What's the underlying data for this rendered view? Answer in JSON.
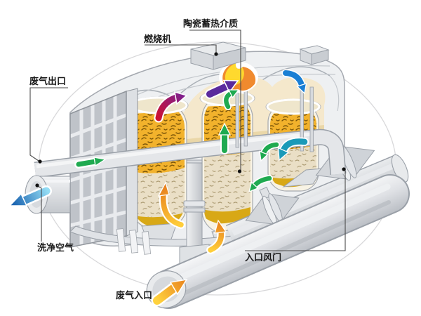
{
  "labels": {
    "ceramic_media": "陶瓷蓄热介质",
    "burner": "燃烧机",
    "exhaust_outlet": "废气出口",
    "clean_air": "洗净空气",
    "inlet_damper": "入口风门",
    "exhaust_inlet": "废气入口"
  },
  "arrows": [
    {
      "name": "clean-air-out",
      "color": "#0c55a8"
    },
    {
      "name": "outlet-duct-flow",
      "color": "#1faa50"
    },
    {
      "name": "chamber1-preheat-up",
      "color": "#c51335"
    },
    {
      "name": "to-combustion-zone",
      "color": "#5b2a9d"
    },
    {
      "name": "flame-feed-up",
      "color": "#1faa50"
    },
    {
      "name": "chamber3-down",
      "color": "#1b7fd4"
    },
    {
      "name": "chamber2-up",
      "color": "#1faa50"
    },
    {
      "name": "chamber3-circulation-a",
      "color": "#1faa50"
    },
    {
      "name": "chamber3-circulation-b",
      "color": "#1faa50"
    },
    {
      "name": "chamber3-intake",
      "color": "#1a9ab8"
    },
    {
      "name": "chamber1-exit",
      "color": "#f0911f"
    },
    {
      "name": "inlet-riser",
      "color": "#f0911f"
    },
    {
      "name": "waste-gas-in",
      "color": "#e8821e"
    }
  ],
  "palette": {
    "flame_core": "#ffd92e",
    "flame_outer": "#f08a2e",
    "ceramic_hot_layer": "#f2b22c",
    "ceramic_mid_layer": "#eadfc6",
    "ceramic_bottom_layer": "#d8a816",
    "machine_light": "#eef0f2",
    "machine_mid": "#d2d5da",
    "outline": "#9aa0a8",
    "label_text": "#1a1a1a",
    "background": "#ffffff"
  }
}
